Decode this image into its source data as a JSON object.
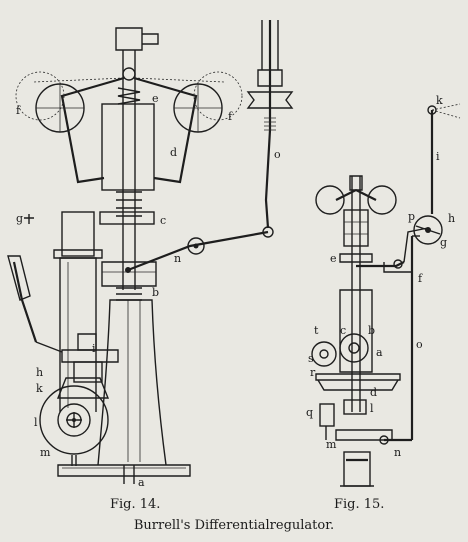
{
  "figures": [
    {
      "caption": "Fig. 14.",
      "labels": [
        "e",
        "f",
        "f",
        "d",
        "g",
        "c",
        "n",
        "b",
        "i",
        "h",
        "k",
        "l",
        "m",
        "a",
        "o"
      ]
    },
    {
      "caption": "Fig. 15.",
      "labels": [
        "k",
        "i",
        "p",
        "h",
        "g",
        "e",
        "f",
        "t",
        "c",
        "b",
        "s",
        "r",
        "a",
        "d",
        "q",
        "l",
        "m",
        "n",
        "o"
      ]
    }
  ],
  "caption": "Burrell's Differentialregulator."
}
